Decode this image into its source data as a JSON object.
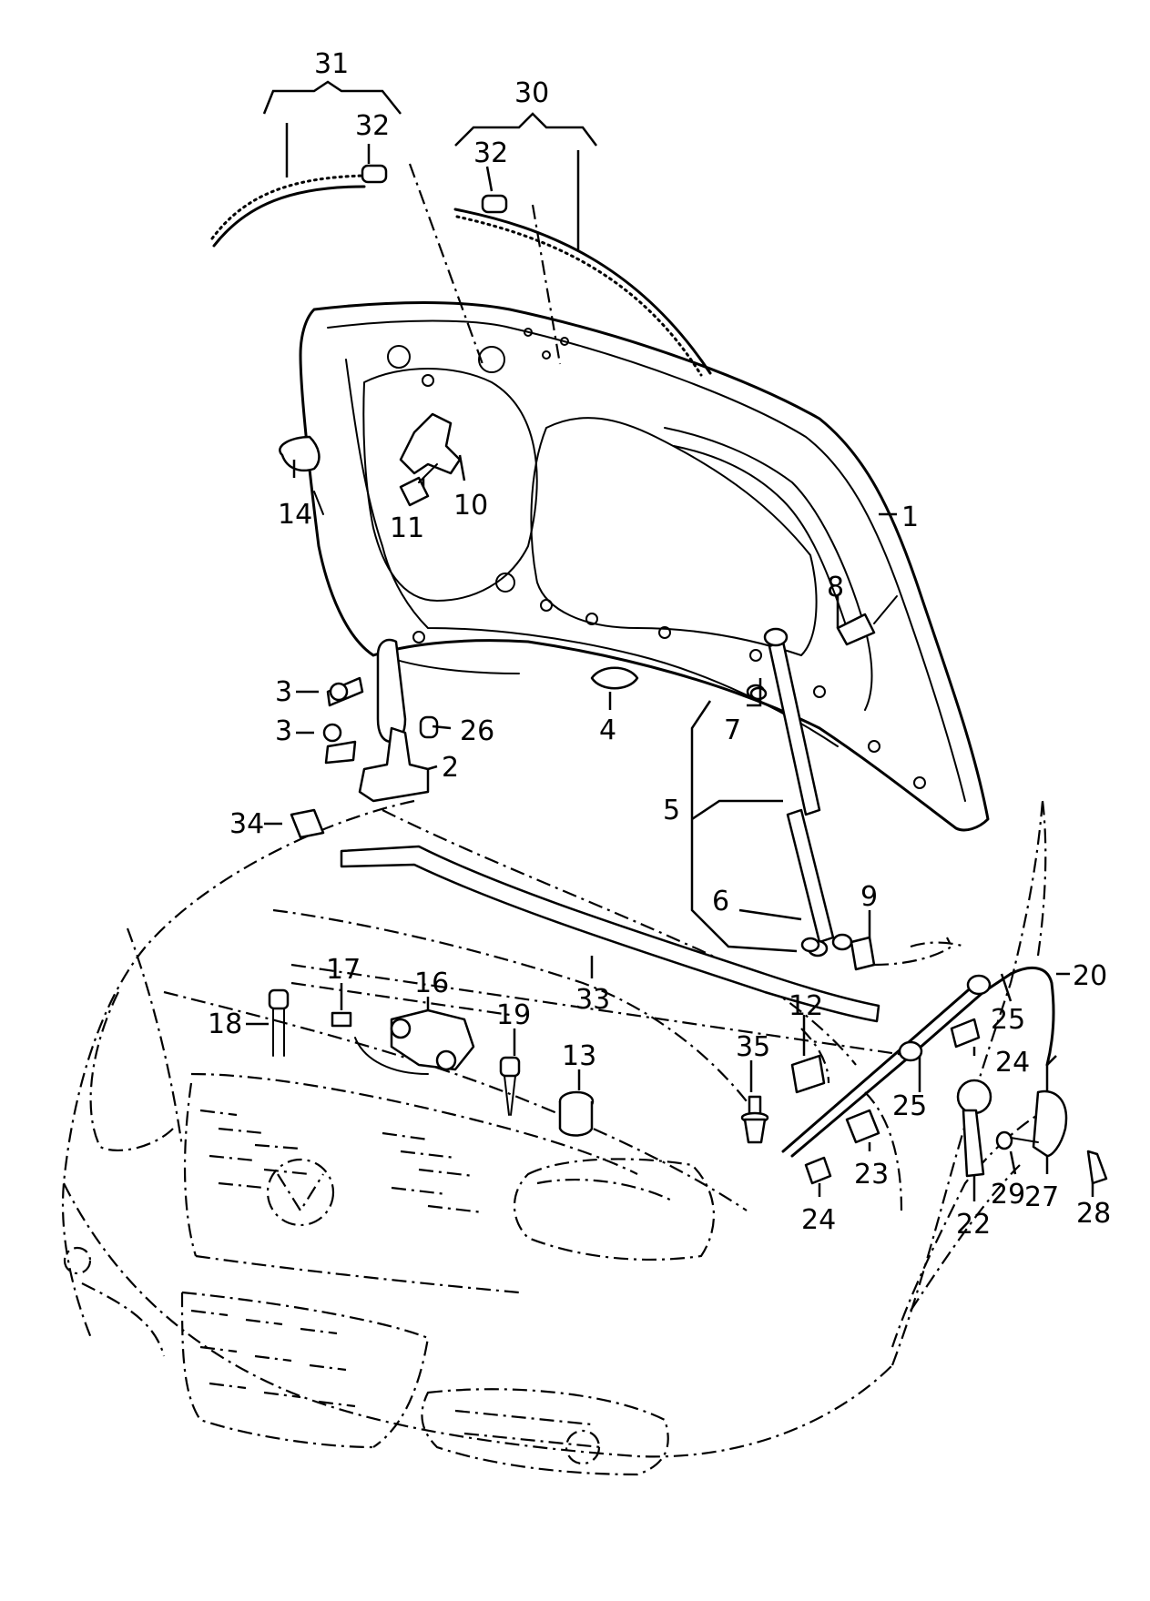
{
  "callouts": [
    "1",
    "2",
    "3",
    "3",
    "4",
    "5",
    "6",
    "7",
    "8",
    "9",
    "10",
    "11",
    "12",
    "13",
    "14",
    "16",
    "17",
    "18",
    "19",
    "20",
    "22",
    "23",
    "24",
    "24",
    "25",
    "25",
    "26",
    "27",
    "28",
    "29",
    "30",
    "31",
    "32",
    "32",
    "33",
    "34",
    "35"
  ]
}
